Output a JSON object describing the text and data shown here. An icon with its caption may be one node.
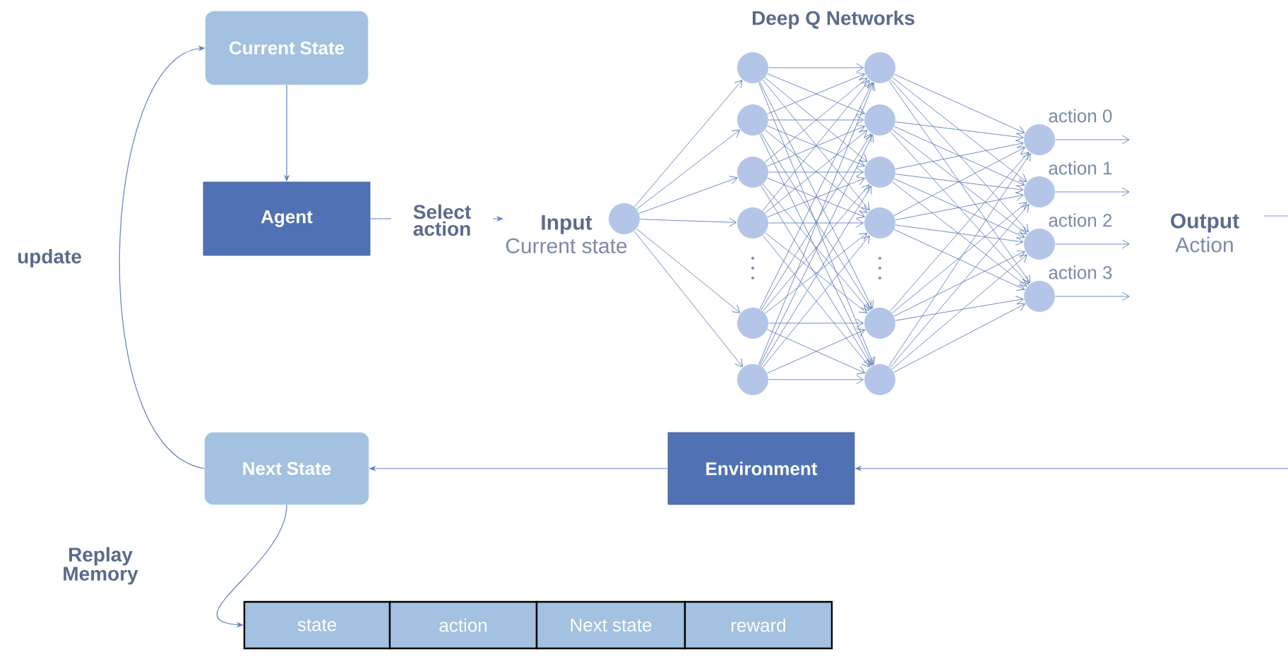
{
  "diagram": {
    "title": "Deep Q Networks",
    "nodes": [
      {
        "text": [
          "Current State"
        ]
      },
      {
        "text": [
          "Agent"
        ]
      },
      {
        "text": [
          "Next State"
        ]
      },
      {
        "text": [
          "Environment"
        ]
      },
      {
        "text": [
          "state"
        ]
      },
      {
        "text": [
          "action"
        ]
      },
      {
        "text": [
          "Next state"
        ]
      },
      {
        "text": [
          "reward"
        ]
      },
      {
        "text": [
          "Input",
          "Current state"
        ]
      },
      {
        "text": [],
        "shape": "circle"
      },
      {
        "text": [],
        "shape": "circle"
      },
      {
        "text": [],
        "shape": "circle"
      },
      {
        "text": [],
        "shape": "circle"
      },
      {
        "text": [],
        "shape": "circle"
      },
      {
        "text": [],
        "shape": "circle"
      },
      {
        "text": [],
        "shape": "circle"
      },
      {
        "text": [],
        "shape": "circle"
      },
      {
        "text": [],
        "shape": "circle"
      },
      {
        "text": [],
        "shape": "circle"
      },
      {
        "text": [],
        "shape": "circle"
      },
      {
        "text": [],
        "shape": "circle"
      },
      {
        "text": [],
        "shape": "circle"
      },
      {
        "text": [],
        "shape": "circle",
        "beside": [
          "action 0"
        ]
      },
      {
        "text": [],
        "shape": "circle",
        "beside": [
          "action 1"
        ]
      },
      {
        "text": [],
        "shape": "circle",
        "beside": [
          "action 2"
        ]
      },
      {
        "text": [],
        "shape": "circle",
        "beside": [
          "action 3"
        ]
      },
      {
        "text": [
          "Output",
          "Action"
        ]
      }
    ],
    "edges": [
      {
        "from": 0,
        "to": 1,
        "arrow": "to"
      },
      {
        "from": 1,
        "to": 8,
        "arrow": "to",
        "label": "Select action"
      },
      {
        "from": 2,
        "to": 0,
        "arrow": "to",
        "label": "update"
      },
      {
        "from": 3,
        "to": 2,
        "arrow": "to"
      },
      {
        "from": null,
        "to": 3,
        "arrow": "to"
      },
      {
        "from": 2,
        "to": 4,
        "arrow": "to",
        "label": "Replay Memory"
      },
      {
        "from": 26,
        "to": null,
        "arrow": "none"
      },
      {
        "from": 9,
        "to": 10,
        "arrow": "to"
      },
      {
        "from": 9,
        "to": 11,
        "arrow": "to"
      },
      {
        "from": 9,
        "to": 12,
        "arrow": "to"
      },
      {
        "from": 9,
        "to": 13,
        "arrow": "to"
      },
      {
        "from": 9,
        "to": 14,
        "arrow": "to"
      },
      {
        "from": 9,
        "to": 15,
        "arrow": "to"
      },
      {
        "from": 10,
        "to": 16,
        "arrow": "to"
      },
      {
        "from": 10,
        "to": 17,
        "arrow": "to"
      },
      {
        "from": 10,
        "to": 18,
        "arrow": "to"
      },
      {
        "from": 10,
        "to": 19,
        "arrow": "to"
      },
      {
        "from": 10,
        "to": 20,
        "arrow": "to"
      },
      {
        "from": 10,
        "to": 21,
        "arrow": "to"
      },
      {
        "from": 11,
        "to": 16,
        "arrow": "to"
      },
      {
        "from": 11,
        "to": 17,
        "arrow": "to"
      },
      {
        "from": 11,
        "to": 18,
        "arrow": "to"
      },
      {
        "from": 11,
        "to": 19,
        "arrow": "to"
      },
      {
        "from": 11,
        "to": 20,
        "arrow": "to"
      },
      {
        "from": 11,
        "to": 21,
        "arrow": "to"
      },
      {
        "from": 12,
        "to": 16,
        "arrow": "to"
      },
      {
        "from": 12,
        "to": 17,
        "arrow": "to"
      },
      {
        "from": 12,
        "to": 18,
        "arrow": "to"
      },
      {
        "from": 12,
        "to": 19,
        "arrow": "to"
      },
      {
        "from": 12,
        "to": 20,
        "arrow": "to"
      },
      {
        "from": 12,
        "to": 21,
        "arrow": "to"
      },
      {
        "from": 13,
        "to": 16,
        "arrow": "to"
      },
      {
        "from": 13,
        "to": 17,
        "arrow": "to"
      },
      {
        "from": 13,
        "to": 18,
        "arrow": "to"
      },
      {
        "from": 13,
        "to": 19,
        "arrow": "to"
      },
      {
        "from": 13,
        "to": 20,
        "arrow": "to"
      },
      {
        "from": 13,
        "to": 21,
        "arrow": "to"
      },
      {
        "from": 14,
        "to": 16,
        "arrow": "to"
      },
      {
        "from": 14,
        "to": 17,
        "arrow": "to"
      },
      {
        "from": 14,
        "to": 18,
        "arrow": "to"
      },
      {
        "from": 14,
        "to": 19,
        "arrow": "to"
      },
      {
        "from": 14,
        "to": 20,
        "arrow": "to"
      },
      {
        "from": 14,
        "to": 21,
        "arrow": "to"
      },
      {
        "from": 15,
        "to": 16,
        "arrow": "to"
      },
      {
        "from": 15,
        "to": 17,
        "arrow": "to"
      },
      {
        "from": 15,
        "to": 18,
        "arrow": "to"
      },
      {
        "from": 15,
        "to": 19,
        "arrow": "to"
      },
      {
        "from": 15,
        "to": 20,
        "arrow": "to"
      },
      {
        "from": 15,
        "to": 21,
        "arrow": "to"
      },
      {
        "from": 16,
        "to": 22,
        "arrow": "to"
      },
      {
        "from": 16,
        "to": 23,
        "arrow": "to"
      },
      {
        "from": 16,
        "to": 24,
        "arrow": "to"
      },
      {
        "from": 16,
        "to": 25,
        "arrow": "to"
      },
      {
        "from": 17,
        "to": 22,
        "arrow": "to"
      },
      {
        "from": 17,
        "to": 23,
        "arrow": "to"
      },
      {
        "from": 17,
        "to": 24,
        "arrow": "to"
      },
      {
        "from": 17,
        "to": 25,
        "arrow": "to"
      },
      {
        "from": 18,
        "to": 22,
        "arrow": "to"
      },
      {
        "from": 18,
        "to": 23,
        "arrow": "to"
      },
      {
        "from": 18,
        "to": 24,
        "arrow": "to"
      },
      {
        "from": 18,
        "to": 25,
        "arrow": "to"
      },
      {
        "from": 19,
        "to": 22,
        "arrow": "to"
      },
      {
        "from": 19,
        "to": 23,
        "arrow": "to"
      },
      {
        "from": 19,
        "to": 24,
        "arrow": "to"
      },
      {
        "from": 19,
        "to": 25,
        "arrow": "to"
      },
      {
        "from": 20,
        "to": 22,
        "arrow": "to"
      },
      {
        "from": 20,
        "to": 23,
        "arrow": "to"
      },
      {
        "from": 20,
        "to": 24,
        "arrow": "to"
      },
      {
        "from": 20,
        "to": 25,
        "arrow": "to"
      },
      {
        "from": 21,
        "to": 22,
        "arrow": "to"
      },
      {
        "from": 21,
        "to": 23,
        "arrow": "to"
      },
      {
        "from": 21,
        "to": 24,
        "arrow": "to"
      },
      {
        "from": 21,
        "to": 25,
        "arrow": "to"
      },
      {
        "from": 22,
        "to": null,
        "arrow": "to"
      },
      {
        "from": 23,
        "to": null,
        "arrow": "to"
      },
      {
        "from": 24,
        "to": null,
        "arrow": "to"
      },
      {
        "from": 25,
        "to": null,
        "arrow": "to"
      }
    ]
  }
}
